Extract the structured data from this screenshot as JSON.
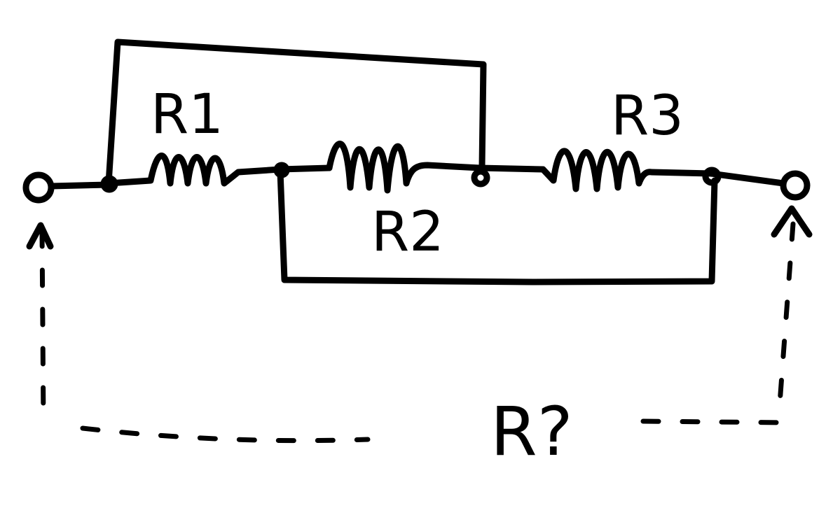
{
  "diagram": {
    "labels": {
      "r1": "R1",
      "r2": "R2",
      "r3": "R3",
      "question": "R?"
    },
    "ink_color": "#000000",
    "background": "#ffffff"
  }
}
